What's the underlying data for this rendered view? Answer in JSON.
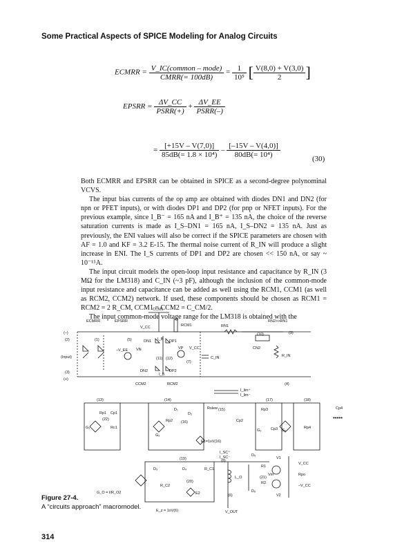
{
  "header": "Some Practical Aspects of SPICE Modeling for Analog Circuits",
  "eq1": {
    "lhs": "ECMRR =",
    "num1": "V_IC(common – mode)",
    "den1": "CMRR(= 100dB)",
    "mid": "=",
    "num2": "1",
    "den2": "10⁵",
    "brk_num": "V(8,0) + V(3,0)",
    "brk_den": "2"
  },
  "eq2": {
    "lhs": "EPSRR =",
    "num1": "ΔV_CC",
    "den1": "PSRR(+)",
    "plus": "+",
    "num2": "ΔV_EE",
    "den2": "PSRR(–)"
  },
  "eq3": {
    "eq": "=",
    "num1": "[+15V – V(7,0)]",
    "den1": "85dB(= 1.8 × 10⁴)",
    "minus": "–",
    "num2": "[–15V – V(4,0)]",
    "den2": "80dB(= 10⁴)",
    "number": "(30)"
  },
  "paragraphs": [
    "Both ECMRR and EPSRR can be obtained in SPICE as a second-degree polynominal VCVS.",
    "The input bias currents of the op amp are obtained with diodes DN1 and DN2 (for npn or PFET inputs), or with diodes DP1 and DP2 (for pnp or NFET inputs). For the previous example, since I_B⁻ = 165 nA and I_B⁺ = 135 nA, the choice of the reverse saturation currents is made as I_S–DN1 = 165 nA, I_S–DN2 = 135 nA. Just as previously, the ENI values will also be correct if the SPICE parameters are chosen with AF = 1.0 and KF = 3.2 E-15. The thermal noise current of R_IN will produce a slight increase in ENI. The I_S currents of DP1 and DP2 are chosen << 150 nA, or say ~ 10⁻¹⁵A.",
    "The input circuit models the open-loop input resistance and capacitance by R_IN (3 MΩ for the LM318) and C_IN (~3 pF), although the inclusion of the common-mode input resistance and capacitance can be added as well using the RCM1, CCM1 (as well as RCM2, CCM2) network. If used, these components should be chosen as RCM1 = RCM2 = 2 R_CM, CCM1 = CCM2 = C_CM/2.",
    "The input common-mode voltage range for the LM318 is obtained with the"
  ],
  "figure": {
    "labels": {
      "ccm1": "CCM1",
      "ecmrr": "ECMRR",
      "epsrr": "EPSRR",
      "vcc": "V_CC",
      "rcm1": "RCM1",
      "rn1": "RN1",
      "rn2": "RN2>>RN1",
      "minus": "(–)",
      "plus": "(+)",
      "input": "(Input)",
      "dn1": "DN1",
      "dp1": "DP1",
      "vn": "VN",
      "vp": "VP",
      "minus_vee": "–V_EE",
      "vcc2": "V_CC",
      "cin": "C_IN",
      "rin": "R_IN",
      "cn2": "CN2",
      "dn2": "DN2",
      "dp2": "DP2",
      "ccm2": "CCM2",
      "rcm2": "RCM2",
      "ib": "I_B",
      "ib2": "I_B",
      "n2": "(2)",
      "n1": "(1)",
      "n5": "(5)",
      "n11": "(11)",
      "n12": "(12)",
      "n7": "(7)",
      "n3": "(3)",
      "n10": "(10)",
      "n9": "(9)",
      "n4": "(4)",
      "n13": "(13)",
      "n14": "(14)",
      "n17": "(17)",
      "n18": "(18)",
      "n15": "(15)",
      "n16": "(16)",
      "n19": "(19)",
      "n20": "(20)",
      "n8": "(8)",
      "n6": "(6)",
      "rp1": "Rp1",
      "cp1": "Cp1",
      "rc1": "Rc1",
      "g1": "G₁",
      "rp2": "Rp2",
      "g2": "G₂",
      "d1": "D₁",
      "d2": "D₂",
      "rslew": "Rslew",
      "cp2": "Cp2",
      "e1": "E1=1xV(16)",
      "rp3": "Rp3",
      "cp3": "Cp3",
      "g3": "G₃",
      "rp4": "Rp4",
      "g4": "G₄",
      "cp4": "Cp4",
      "dots": "•••••",
      "ilim_p": "I_lim⁺",
      "ilim_m": "I_lim⁻",
      "isc_p": "I_SC⁺",
      "isc_m": "I_SC⁻",
      "d3": "D₃",
      "d4": "D₄",
      "rc1b": "R_C1",
      "rc2": "R_C2",
      "e2": "E2",
      "go": "G_O = I/R_O2",
      "d5": "D₅",
      "d6": "D₆",
      "r1": "R1",
      "r2": "R2",
      "v1": "V1",
      "v2": "V2",
      "vcc3": "V_CC",
      "ree": "Rpo",
      "mvee": "–V_CC",
      "vm": "Vm",
      "lo": "L_O",
      "ez": "E_z = 1xV(6)",
      "vout": "V_OUT",
      "n21": "(21)",
      "n22": "(22)"
    }
  },
  "caption": {
    "label": "Figure 27-4.",
    "text": "A “circuits approach” macromodel."
  },
  "page_number": "314"
}
